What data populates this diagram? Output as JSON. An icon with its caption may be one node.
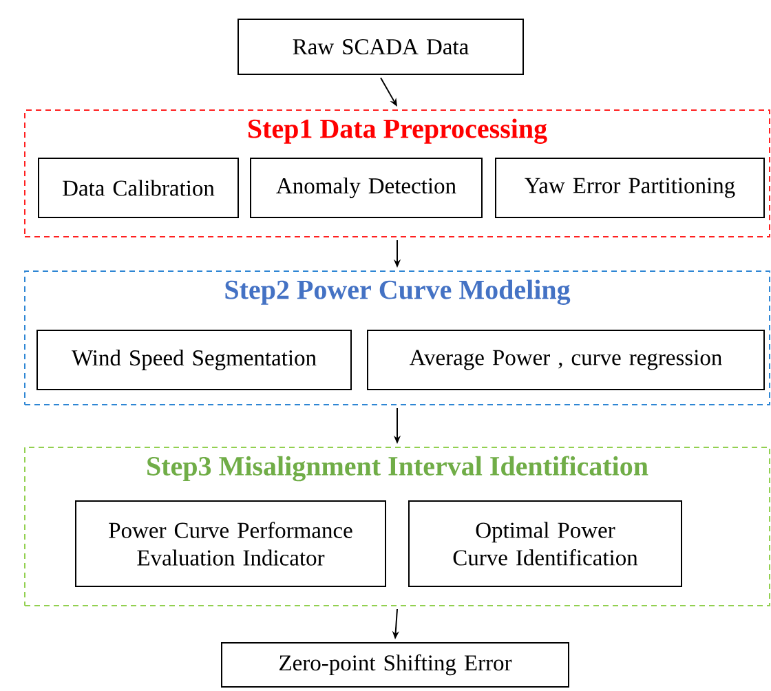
{
  "diagram": {
    "nodes": [
      {
        "text": [
          "Raw SCADA Data"
        ]
      },
      {
        "text": [
          "Step1  Data Preprocessing"
        ]
      },
      {
        "text": [
          "Data Calibration"
        ],
        "in": 1
      },
      {
        "text": [
          "Anomaly Detection"
        ],
        "in": 1
      },
      {
        "text": [
          "Yaw Error Partitioning"
        ],
        "in": 1
      },
      {
        "text": [
          "Step2  Power Curve Modeling"
        ]
      },
      {
        "text": [
          "Wind Speed Segmentation"
        ],
        "in": 5
      },
      {
        "text": [
          "Average Power , curve regression"
        ],
        "in": 5
      },
      {
        "text": [
          "Step3  Misalignment Interval Identification"
        ]
      },
      {
        "text": [
          "Power Curve Performance Evaluation Indicator"
        ],
        "in": 8
      },
      {
        "text": [
          "Optimal Power Curve Identification"
        ],
        "in": 8
      },
      {
        "text": [
          "Zero-point Shifting Error"
        ]
      }
    ],
    "edges": [
      {
        "from": 0,
        "to": 1,
        "arrow": "to"
      },
      {
        "from": 1,
        "to": 5,
        "arrow": "to"
      },
      {
        "from": 5,
        "to": 8,
        "arrow": "to"
      },
      {
        "from": 8,
        "to": 11,
        "arrow": "to"
      }
    ]
  }
}
